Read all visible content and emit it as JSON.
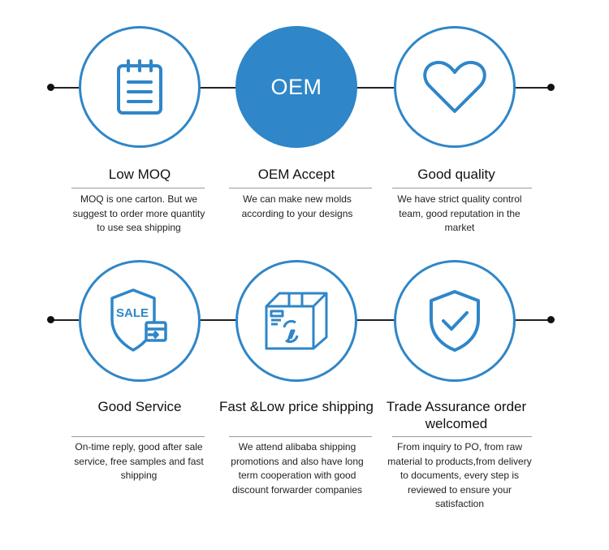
{
  "accent_color": "#2f86c8",
  "features_top": [
    {
      "icon": "notepad-icon",
      "title": "Low MOQ",
      "description": "MOQ is one carton. But we suggest to order more quantity to use sea shipping"
    },
    {
      "icon": "oem-badge",
      "badge_text": "OEM",
      "title": "OEM Accept",
      "description": "We can make new molds according to your designs"
    },
    {
      "icon": "heart-icon",
      "title": "Good quality",
      "description": "We have strict quality control team,  good reputation in the market"
    }
  ],
  "features_bottom": [
    {
      "icon": "sale-shield-icon",
      "badge_text": "SALE",
      "title": "Good Service",
      "description": "On-time reply, good after sale service, free samples and fast shipping"
    },
    {
      "icon": "package-box-icon",
      "title": "Fast &Low price shipping",
      "description": "We attend alibaba shipping promotions and also have long term cooperation with good discount forwarder companies"
    },
    {
      "icon": "check-shield-icon",
      "title": "Trade  Assurance order welcomed",
      "description": "From inquiry to PO, from raw material to products,from delivery to documents, every step is reviewed to ensure your satisfaction"
    }
  ]
}
